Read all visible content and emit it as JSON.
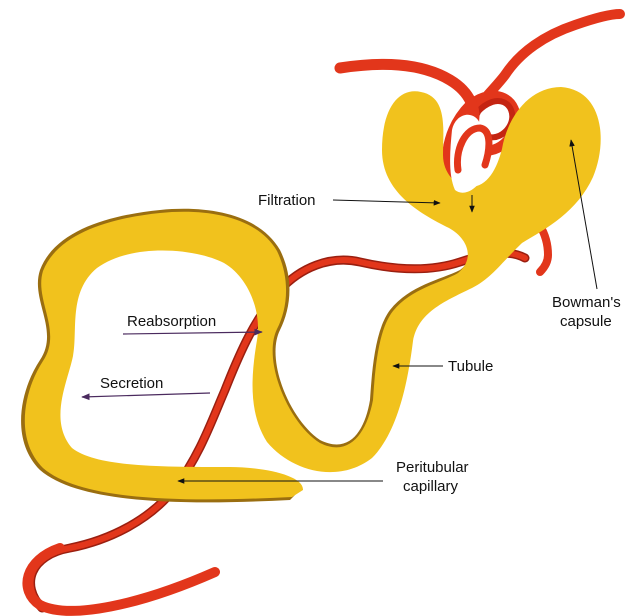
{
  "colors": {
    "tubule": "#f1c21d",
    "capillary": "#e2361b",
    "capillary_outline": "#9a1f10",
    "pointer": "#111111",
    "process_arrow": "#4a2a5e"
  },
  "labels": {
    "filtration": "Filtration",
    "bowmans_capsule_line1": "Bowman's",
    "bowmans_capsule_line2": "capsule",
    "reabsorption": "Reabsorption",
    "tubule": "Tubule",
    "secretion": "Secretion",
    "peritubular_line1": "Peritubular",
    "peritubular_line2": "capillary"
  }
}
